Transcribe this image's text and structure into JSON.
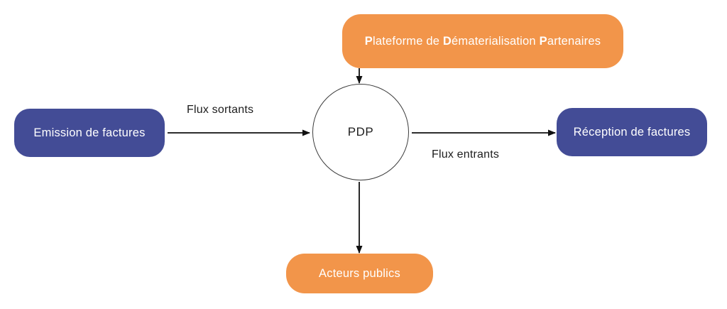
{
  "diagram": {
    "title": "PDP invoice flow diagram",
    "colors": {
      "blue": "#434C96",
      "orange": "#F2954A",
      "line": "#1d1d1d",
      "background": "#ffffff",
      "node_text": "#ffffff",
      "label_text": "#1d1d1d"
    },
    "center": {
      "label": "PDP",
      "shape": "circle"
    },
    "nodes": [
      {
        "id": "emission",
        "label": "Emission de factures",
        "color": "blue",
        "shape": "rounded-rect"
      },
      {
        "id": "reception",
        "label": "Réception de factures",
        "color": "blue",
        "shape": "rounded-rect"
      },
      {
        "id": "plateforme",
        "label_parts": {
          "a1": "P",
          "t1": "lateforme de ",
          "a2": "D",
          "t2": "ématerialisation ",
          "a3": "P",
          "t3": "artenaires"
        },
        "label": "Plateforme de Dématerialisation Partenaires",
        "color": "orange",
        "shape": "rounded-rect"
      },
      {
        "id": "acteurs",
        "label": "Acteurs publics",
        "color": "orange",
        "shape": "rounded-rect"
      }
    ],
    "edges": [
      {
        "id": "emission-to-pdp",
        "from": "emission",
        "to": "PDP",
        "label": "Flux sortants",
        "direction": "right"
      },
      {
        "id": "pdp-to-reception",
        "from": "PDP",
        "to": "reception",
        "label": "Flux entrants",
        "direction": "right"
      },
      {
        "id": "plateforme-to-pdp",
        "from": "plateforme",
        "to": "PDP",
        "label": "",
        "direction": "down"
      },
      {
        "id": "pdp-to-acteurs",
        "from": "PDP",
        "to": "acteurs",
        "label": "",
        "direction": "down"
      }
    ]
  }
}
